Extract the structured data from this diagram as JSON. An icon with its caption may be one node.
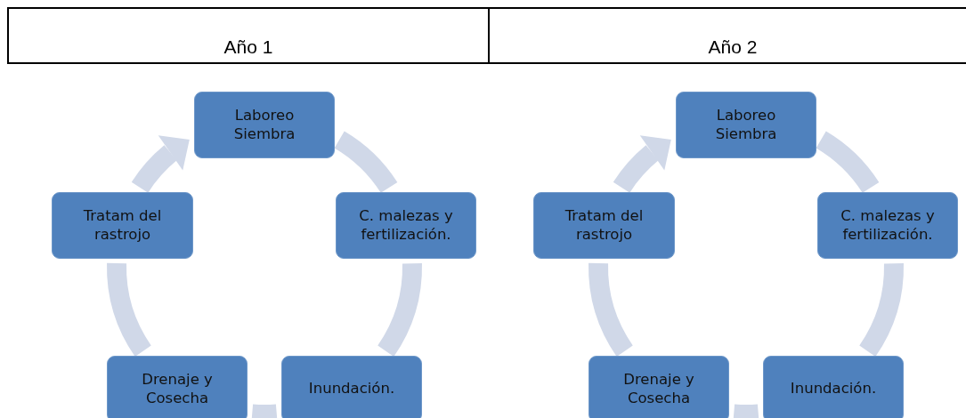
{
  "diagram": {
    "nodes": [
      {
        "text": [
          "Laboreo Siembra"
        ]
      },
      {
        "text": [
          "C. malezas y fertilización."
        ]
      },
      {
        "text": [
          "Inundación."
        ]
      },
      {
        "text": [
          "Drenaje y Cosecha"
        ]
      },
      {
        "text": [
          "Tratam del rastrojo"
        ]
      },
      {
        "text": [
          "Laboreo Siembra"
        ]
      },
      {
        "text": [
          "C. malezas y fertilización."
        ]
      },
      {
        "text": [
          "Inundación."
        ]
      },
      {
        "text": [
          "Drenaje y Cosecha"
        ]
      },
      {
        "text": [
          "Tratam del rastrojo"
        ]
      }
    ],
    "edges": [
      {
        "from": 0,
        "to": 1,
        "arrow": "none"
      },
      {
        "from": 1,
        "to": 2,
        "arrow": "none"
      },
      {
        "from": 2,
        "to": 3,
        "arrow": "none"
      },
      {
        "from": 3,
        "to": 4,
        "arrow": "none"
      },
      {
        "from": 4,
        "to": 0,
        "arrow": "to"
      },
      {
        "from": 5,
        "to": 6,
        "arrow": "none"
      },
      {
        "from": 6,
        "to": 7,
        "arrow": "none"
      },
      {
        "from": 7,
        "to": 8,
        "arrow": "none"
      },
      {
        "from": 8,
        "to": 9,
        "arrow": "none"
      },
      {
        "from": 9,
        "to": 5,
        "arrow": "to"
      }
    ],
    "labels": [
      "Año 1",
      "Año 2"
    ]
  }
}
